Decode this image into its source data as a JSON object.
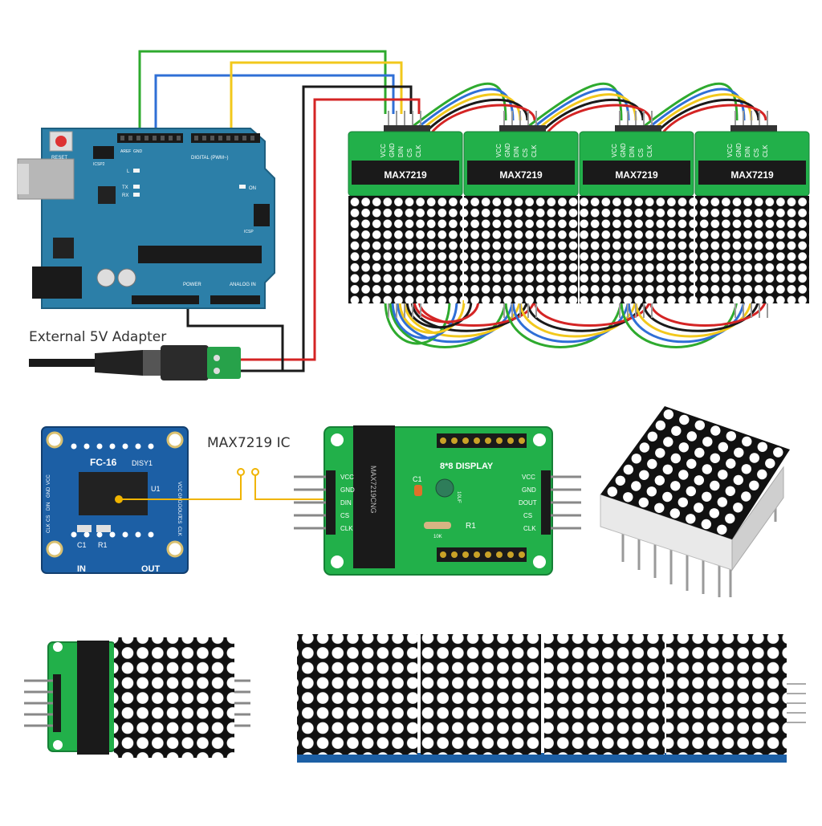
{
  "labels": {
    "adapter": "External 5V Adapter",
    "ic": "MAX7219 IC"
  },
  "module": {
    "chip": "MAX7219",
    "pins": [
      "VCC",
      "GND",
      "DIN",
      "CS",
      "CLK"
    ]
  },
  "arduino": {
    "reset": "RESET",
    "digital": "DIGITAL (PWM~)",
    "power": "POWER",
    "analog": "ANALOG IN",
    "on": "ON",
    "l": "L",
    "tx": "TX",
    "rx": "RX",
    "aref": "AREF",
    "gnd": "GND",
    "icsp2": "ICSP2",
    "icsp": "ICSP"
  },
  "fc16": {
    "title": "FC-16",
    "disy": "DISY1",
    "u1": "U1",
    "c1": "C1",
    "r1": "R1",
    "in": "IN",
    "out": "OUT",
    "pins_left": [
      "VCC",
      "GND",
      "DIN",
      "CS",
      "CLK"
    ],
    "pins_right": [
      "VCC",
      "GND",
      "DOUT",
      "CS",
      "CLK"
    ]
  },
  "green_board": {
    "title": "8*8 DISPLAY",
    "r1": "R1",
    "c1": "C1",
    "r10k": "10K",
    "cap": "10UF",
    "chip": "MAX7219CNG",
    "pins_in": [
      "VCC",
      "GND",
      "DIN",
      "CS",
      "CLK"
    ],
    "pins_out": [
      "VCC",
      "GND",
      "DOUT",
      "CS",
      "CLK"
    ]
  },
  "colors": {
    "wire_green": "#2eaa2e",
    "wire_blue": "#2f6fd6",
    "wire_yellow": "#f2c81c",
    "wire_black": "#1a1a1a",
    "wire_red": "#d42424",
    "pcb_green": "#22b04a",
    "pcb_blue": "#1c5fa5",
    "arduino_blue": "#2c7fa8",
    "ic_line": "#f0b400"
  }
}
